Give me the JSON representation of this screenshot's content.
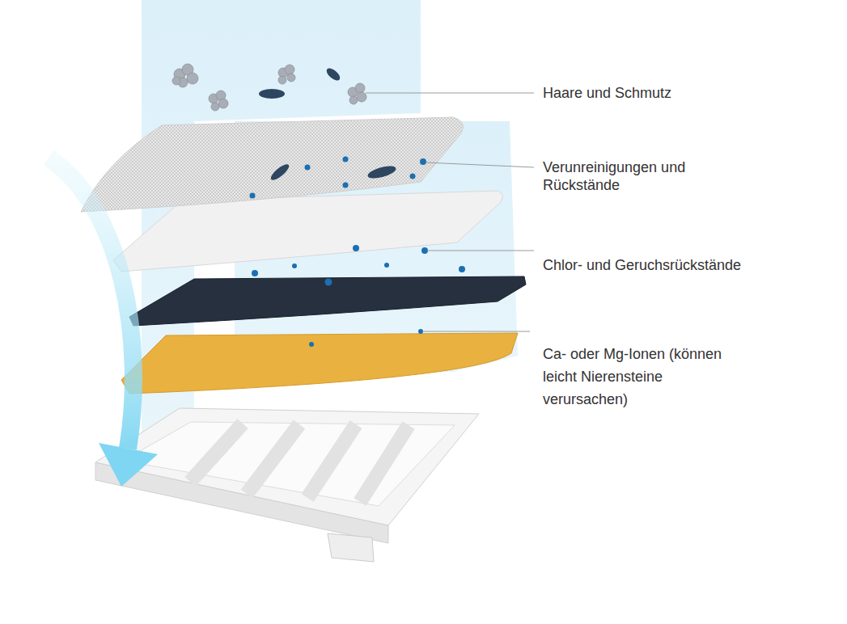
{
  "diagram": {
    "labels": [
      "Haare und Schmutz",
      "Verunreinigungen und Rückstände",
      "Chlor- und Geruchsrückstände",
      "Ca- oder Mg-Ionen (können leicht Nierensteine verursachen)"
    ]
  }
}
